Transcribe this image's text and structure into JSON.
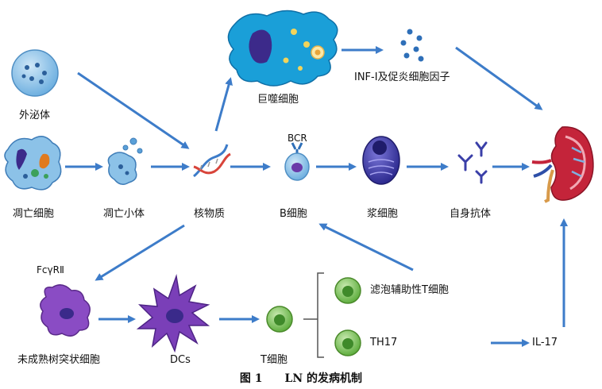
{
  "labels": {
    "exosome": "外泌体",
    "apoptotic_cell": "凋亡细胞",
    "apoptotic_body": "凋亡小体",
    "nuclear_material": "核物质",
    "macrophage": "巨噬细胞",
    "inf_cytokines": "INF-Ⅰ及促炎细胞因子",
    "bcr": "BCR",
    "b_cell": "B细胞",
    "plasma_cell": "浆细胞",
    "autoantibody": "自身抗体",
    "fcgr": "FcγRⅡ",
    "immature_dc": "未成熟树突状细胞",
    "dcs": "DCs",
    "t_cell": "T细胞",
    "tfh": "滤泡辅助性T细胞",
    "th17": "TH17",
    "il17": "IL-17"
  },
  "caption": {
    "figure": "图 1",
    "title": "LN 的发病机制"
  },
  "colors": {
    "arrow": "#3d7cc9",
    "cell_blue": "#8cc2e8",
    "macrophage_blue": "#1a9fd8",
    "purple": "#7a3fb8",
    "green": "#7cc45a",
    "kidney_red": "#c4243a"
  }
}
